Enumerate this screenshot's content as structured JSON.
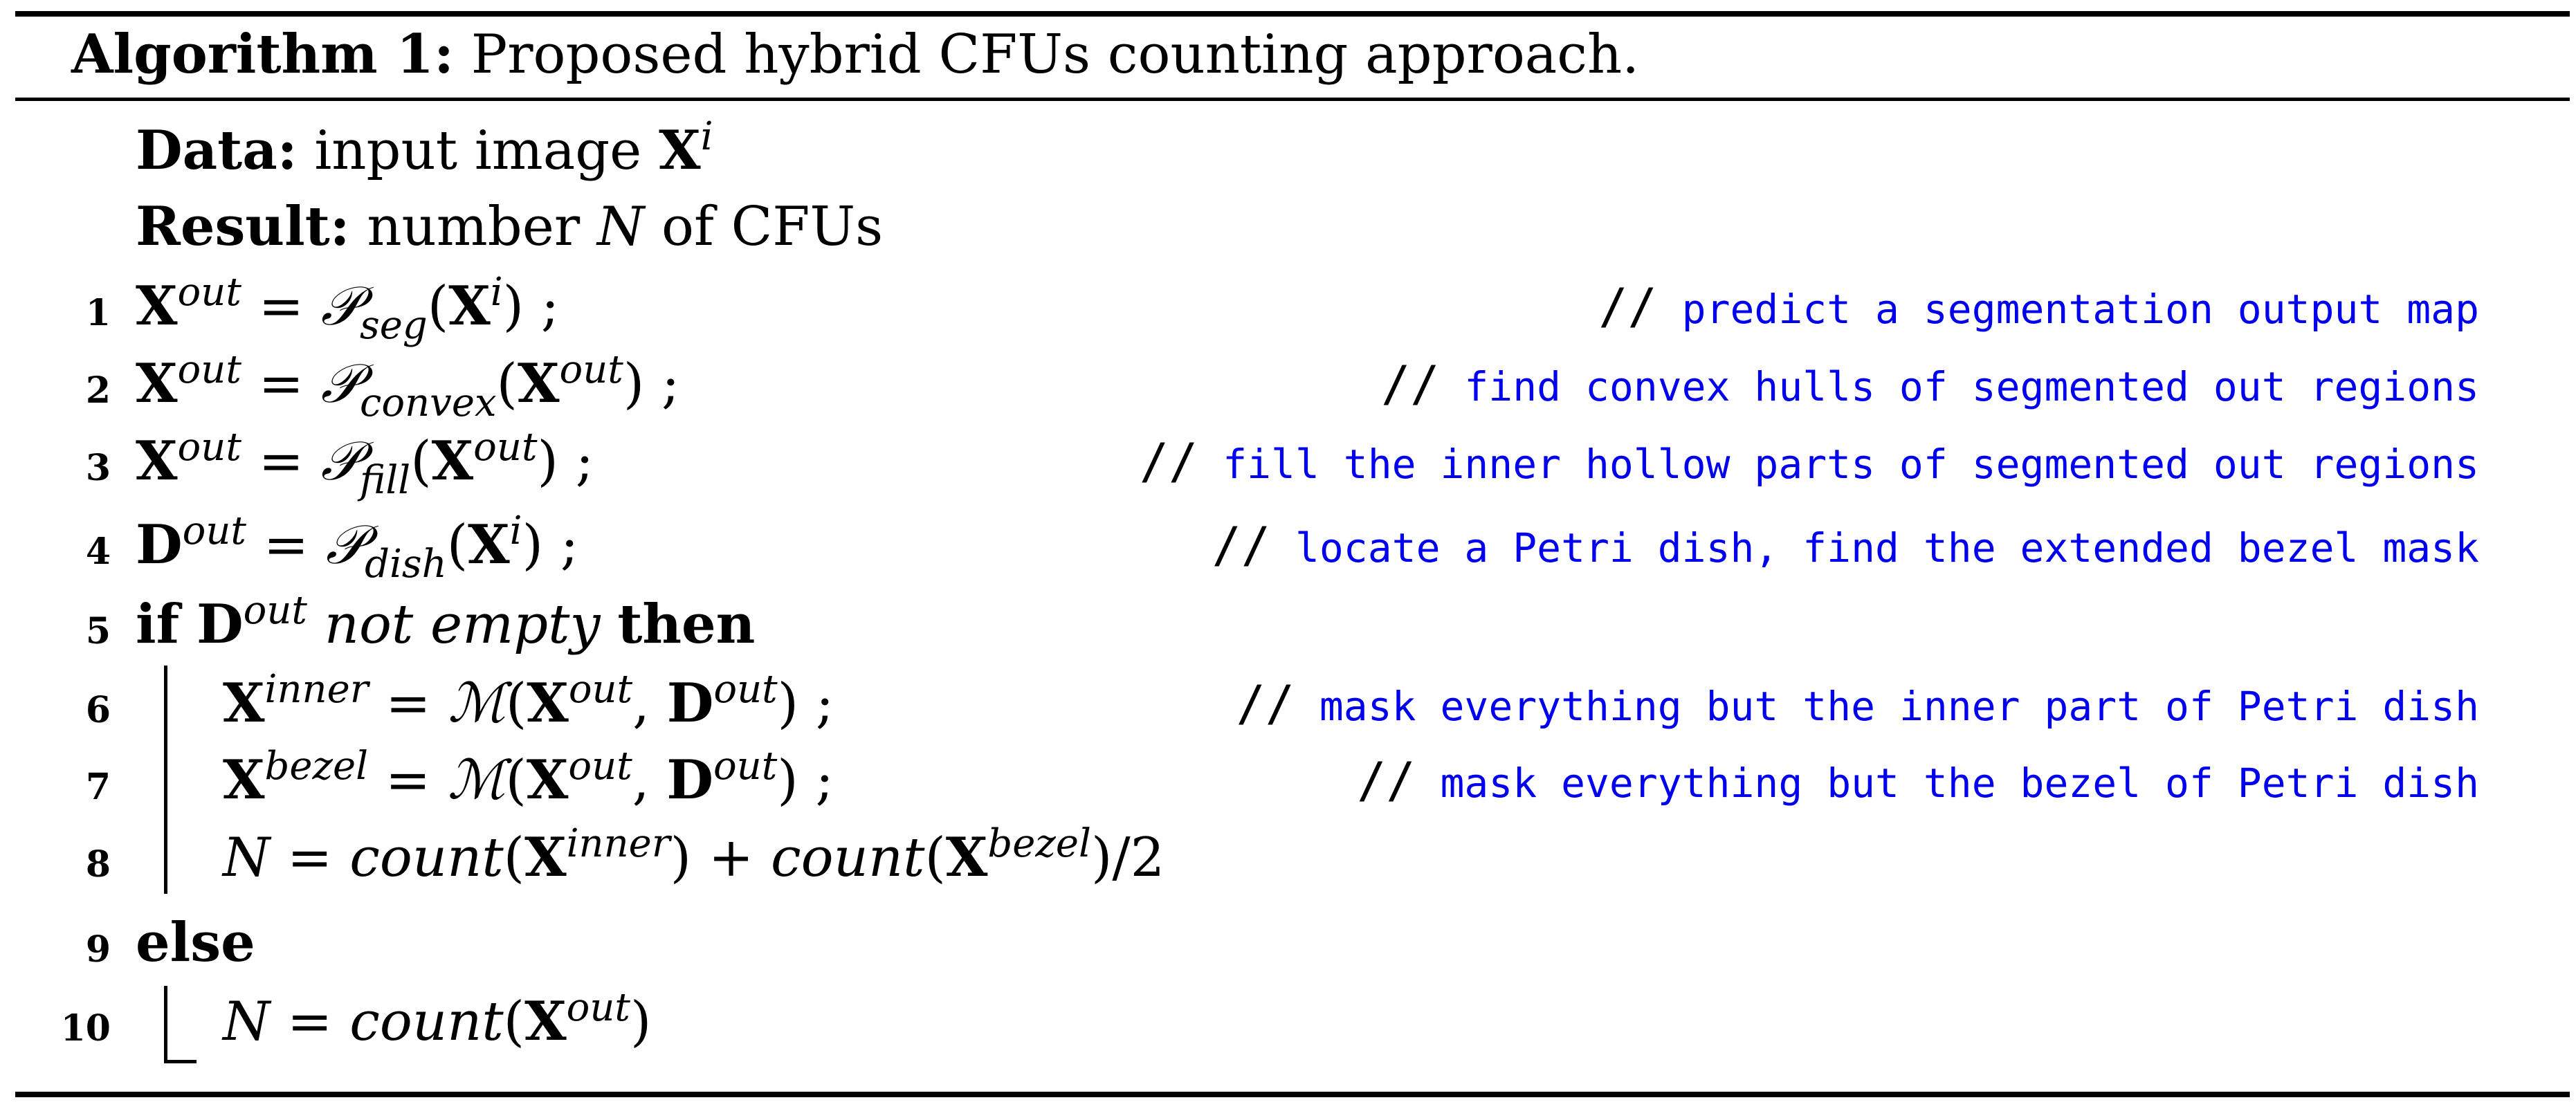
{
  "caption": {
    "label": "Algorithm 1:",
    "text": " Proposed hybrid CFUs counting approach."
  },
  "header": {
    "data_label": "Data:",
    "data_text": " input image ",
    "data_var": "X",
    "data_sup": "i",
    "result_label": "Result:",
    "result_text1": " number ",
    "result_var": "N",
    "result_text2": " of CFUs"
  },
  "lines": [
    {
      "no": "1",
      "comment_slashes": "//",
      "comment": "predict a segmentation output map"
    },
    {
      "no": "2",
      "comment_slashes": "//",
      "comment": "find convex hulls of segmented out regions"
    },
    {
      "no": "3",
      "comment_slashes": "//",
      "comment": "fill the inner hollow parts of segmented out regions"
    },
    {
      "no": "4",
      "comment_slashes": "//",
      "comment": "locate a Petri dish, find the extended bezel mask"
    },
    {
      "no": "5"
    },
    {
      "no": "6",
      "comment_slashes": "//",
      "comment": "mask everything but the inner part of Petri dish"
    },
    {
      "no": "7",
      "comment_slashes": "//",
      "comment": "mask everything but the bezel of Petri dish"
    },
    {
      "no": "8"
    },
    {
      "no": "9"
    },
    {
      "no": "10"
    }
  ],
  "math": {
    "X": "X",
    "D": "D",
    "N": "N",
    "out": "out",
    "i": "i",
    "inner": "inner",
    "bezel": "bezel",
    "eq": " = ",
    "P": "𝒫",
    "M": "ℳ",
    "seg": "seg",
    "convex": "convex",
    "fill": "fill",
    "dish": "dish",
    "semi": " ;",
    "count": "count",
    "kw_if": "if",
    "kw_then": "then",
    "kw_else": "else",
    "not_empty": " not empty ",
    "plus": " + ",
    "div2": "/2",
    "lp": "(",
    "rp": ")",
    "comma": ", "
  },
  "colors": {
    "comment_text": "#0000ee",
    "rule": "#000000"
  }
}
